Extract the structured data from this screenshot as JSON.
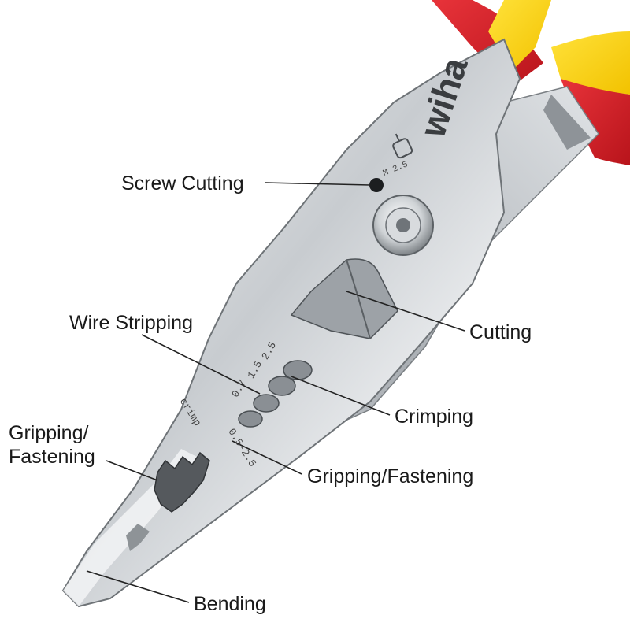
{
  "colors": {
    "background": "#ffffff",
    "steel_light": "#e6e8ea",
    "steel_mid": "#b9bdc1",
    "steel_dark": "#6e7377",
    "handle_red": "#d8232a",
    "handle_yellow": "#ffd400",
    "label_text": "#1a1a1a",
    "leader_line": "#222222"
  },
  "brand": {
    "logo_text": "wiha"
  },
  "stamps": {
    "gauge_1": "2.5",
    "gauge_2": "1.5",
    "gauge_3": "0.7",
    "crimp_text": "crimp",
    "crimp_range": "0.5-2.5",
    "screw_size": "M 2.5"
  },
  "callouts": {
    "screw_cutting": "Screw Cutting",
    "cutting": "Cutting",
    "wire_stripping": "Wire Stripping",
    "crimping": "Crimping",
    "gripping_fastening_left_line1": "Gripping/",
    "gripping_fastening_left_line2": "Fastening",
    "gripping_fastening_right": "Gripping/Fastening",
    "bending": "Bending"
  },
  "icons": [
    "pliers-illustration",
    "screw-icon"
  ]
}
